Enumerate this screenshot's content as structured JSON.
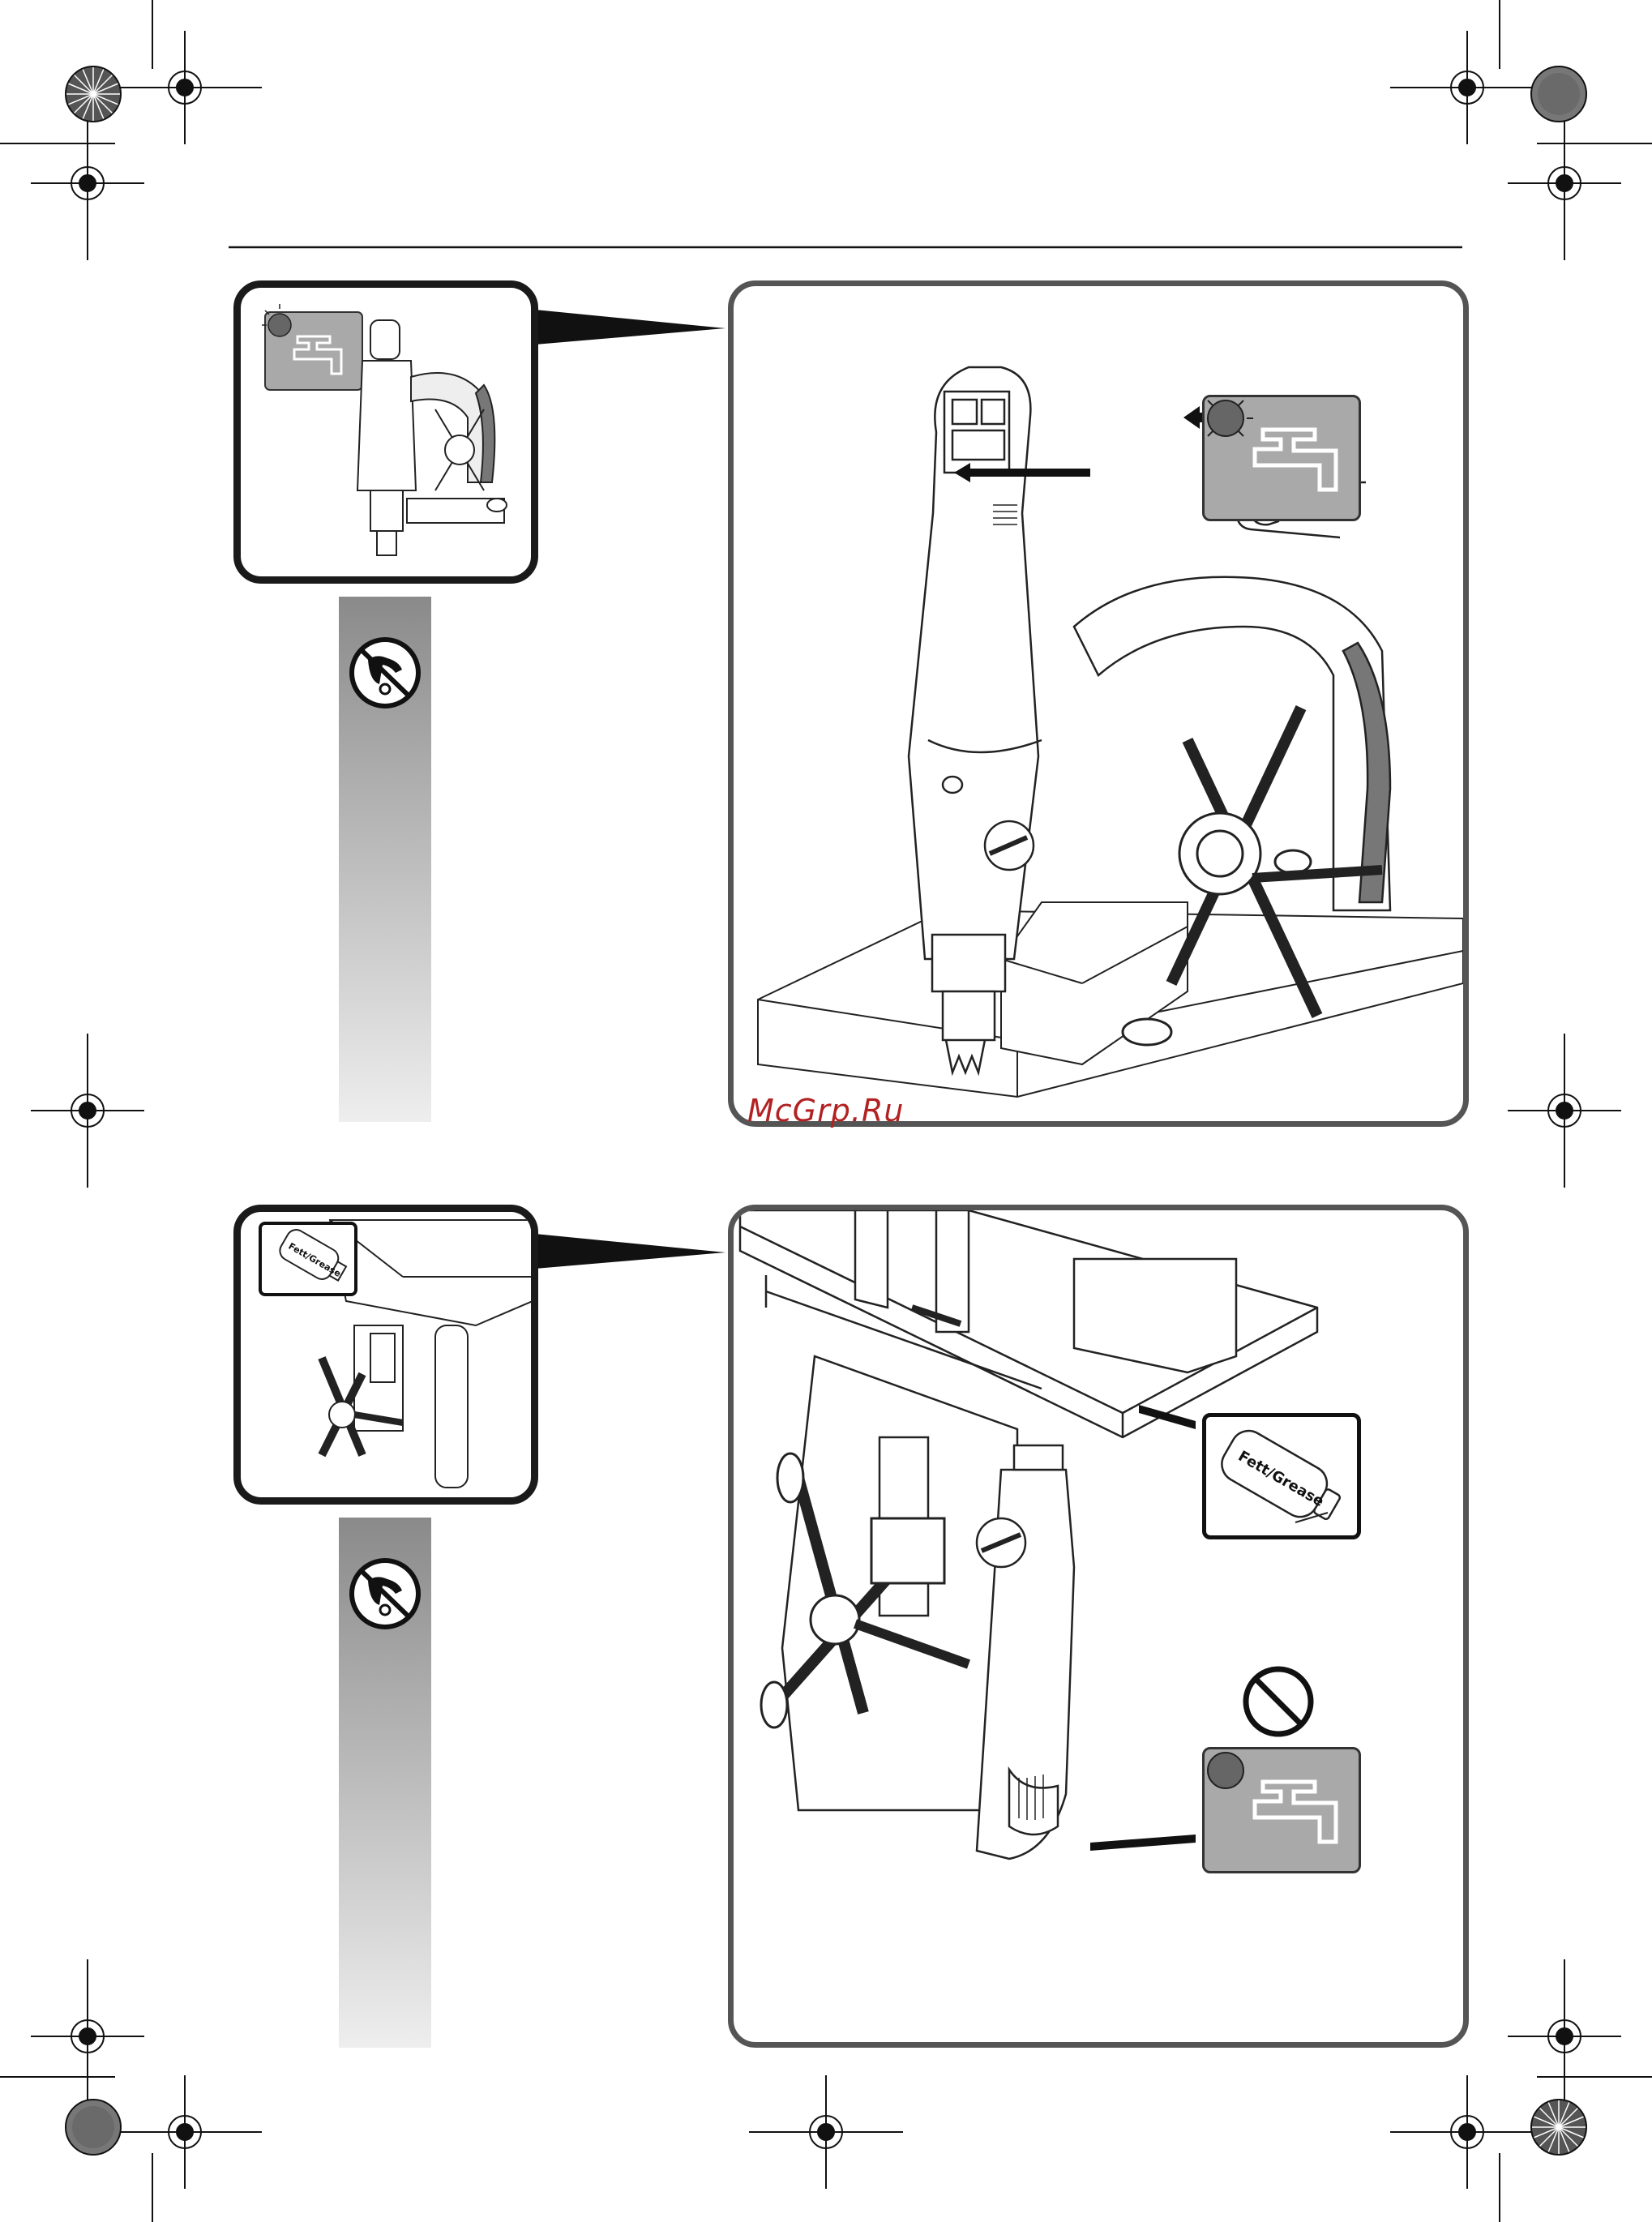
{
  "watermark": "McGrp.Ru",
  "grease_label_large": "Fett/Grease",
  "grease_label_small": "Fett/Grease",
  "colors": {
    "frame_dark": "#1a1a1a",
    "frame_main": "#555555",
    "tile_gray": "#a9a9a9",
    "watermark_red": "#b22222"
  },
  "icons": {
    "no_cooling_fluid": "no-coolant-icon",
    "coolant_tap": "coolant-tap-icon",
    "prohibited": "prohibited-icon",
    "grease_can": "grease-can-icon",
    "press_arrow": "press-arrow-icon"
  }
}
